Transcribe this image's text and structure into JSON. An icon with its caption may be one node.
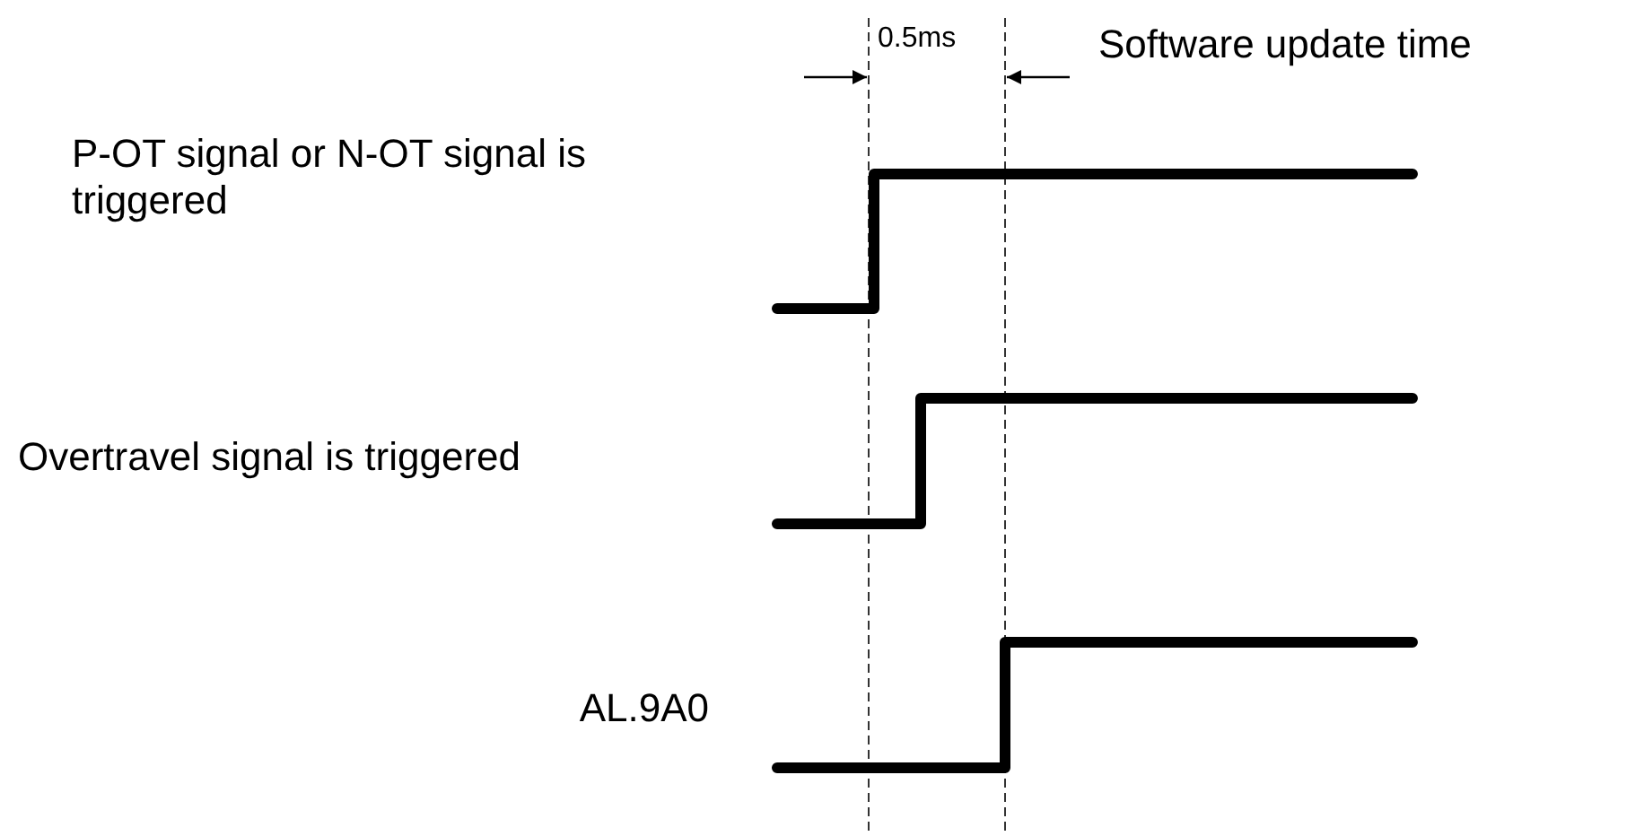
{
  "diagram": {
    "labels": [
      "0.5ms",
      "Software update time",
      "P-OT signal or N-OT signal is triggered",
      "Overtravel signal is triggered",
      "AL.9A0"
    ]
  }
}
